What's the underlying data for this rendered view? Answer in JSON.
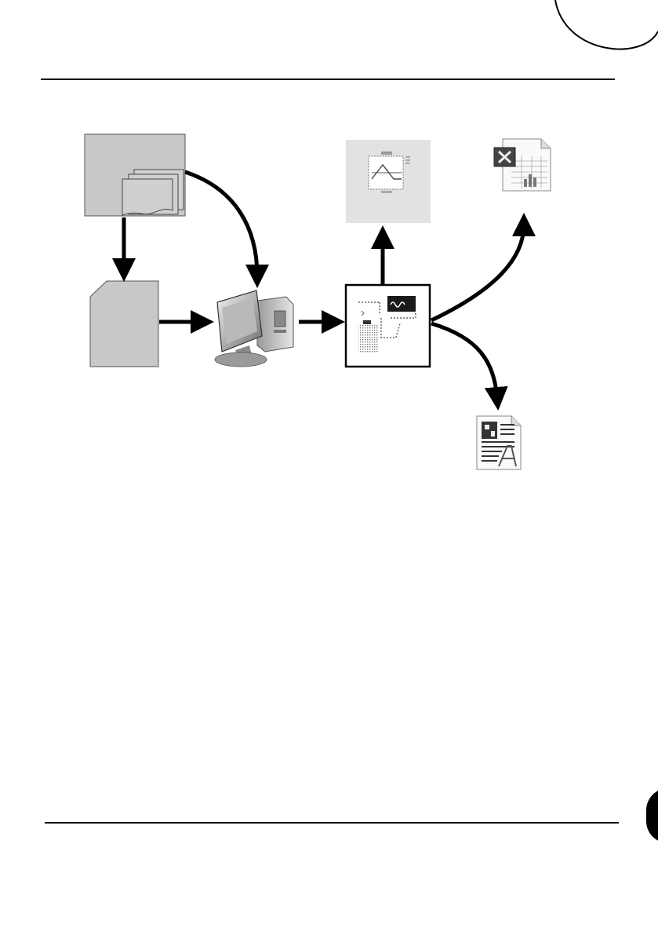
{
  "page": {
    "background": "#ffffff",
    "ink": "#000000"
  },
  "diagram": {
    "nodes": [
      {
        "id": "card-reader",
        "icon": "card-reader-icon"
      },
      {
        "id": "memory-card",
        "icon": "memory-card-icon"
      },
      {
        "id": "computer",
        "icon": "computer-icon"
      },
      {
        "id": "software",
        "icon": "software-window-icon"
      },
      {
        "id": "chart-output",
        "icon": "chart-output-icon"
      },
      {
        "id": "spreadsheet-output",
        "icon": "spreadsheet-file-icon"
      },
      {
        "id": "document-output",
        "icon": "text-document-icon"
      }
    ],
    "edges": [
      {
        "from": "card-reader",
        "to": "memory-card"
      },
      {
        "from": "card-reader",
        "to": "computer"
      },
      {
        "from": "memory-card",
        "to": "computer"
      },
      {
        "from": "computer",
        "to": "software"
      },
      {
        "from": "software",
        "to": "chart-output"
      },
      {
        "from": "software",
        "to": "spreadsheet-output"
      },
      {
        "from": "software",
        "to": "document-output"
      }
    ],
    "colors": {
      "card_fill": "#c8c8c8",
      "panel_fill": "#e2e2e2",
      "arrow": "#000000"
    }
  }
}
